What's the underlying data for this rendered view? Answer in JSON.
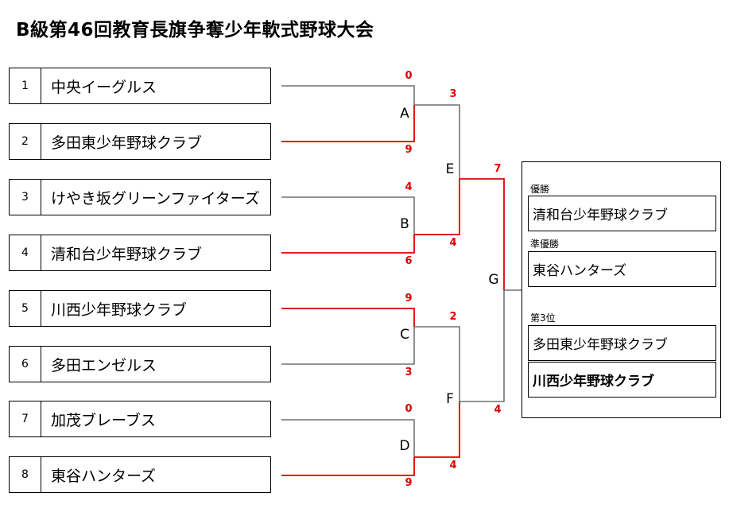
{
  "title": "B級第46回教育長旗争奪少年軟式野球大会",
  "teams": [
    {
      "seed": "1",
      "name": "中央イーグルス"
    },
    {
      "seed": "2",
      "name": "多田東少年野球クラブ"
    },
    {
      "seed": "3",
      "name": "けやき坂グリーンファイターズ"
    },
    {
      "seed": "4",
      "name": "清和台少年野球クラブ"
    },
    {
      "seed": "5",
      "name": "川西少年野球クラブ"
    },
    {
      "seed": "6",
      "name": "多田エンゼルス"
    },
    {
      "seed": "7",
      "name": "加茂ブレーブス"
    },
    {
      "seed": "8",
      "name": "東谷ハンターズ"
    }
  ],
  "matches": {
    "A": {
      "label": "A",
      "top_score": "0",
      "bottom_score": "9"
    },
    "B": {
      "label": "B",
      "top_score": "4",
      "bottom_score": "6"
    },
    "C": {
      "label": "C",
      "top_score": "9",
      "bottom_score": "3"
    },
    "D": {
      "label": "D",
      "top_score": "0",
      "bottom_score": "9"
    },
    "E": {
      "label": "E",
      "top_score": "3",
      "bottom_score": "4"
    },
    "F": {
      "label": "F",
      "top_score": "2",
      "bottom_score": "4"
    },
    "G": {
      "label": "G",
      "top_score": "7",
      "bottom_score": "4"
    }
  },
  "results": {
    "champion_label": "優勝",
    "champion": "清和台少年野球クラブ",
    "runner_up_label": "準優勝",
    "runner_up": "東谷ハンターズ",
    "third_label": "第3位",
    "third_1": "多田東少年野球クラブ",
    "third_2": "川西少年野球クラブ"
  },
  "colors": {
    "winner_line": "#e00000",
    "loser_line": "#555555"
  }
}
